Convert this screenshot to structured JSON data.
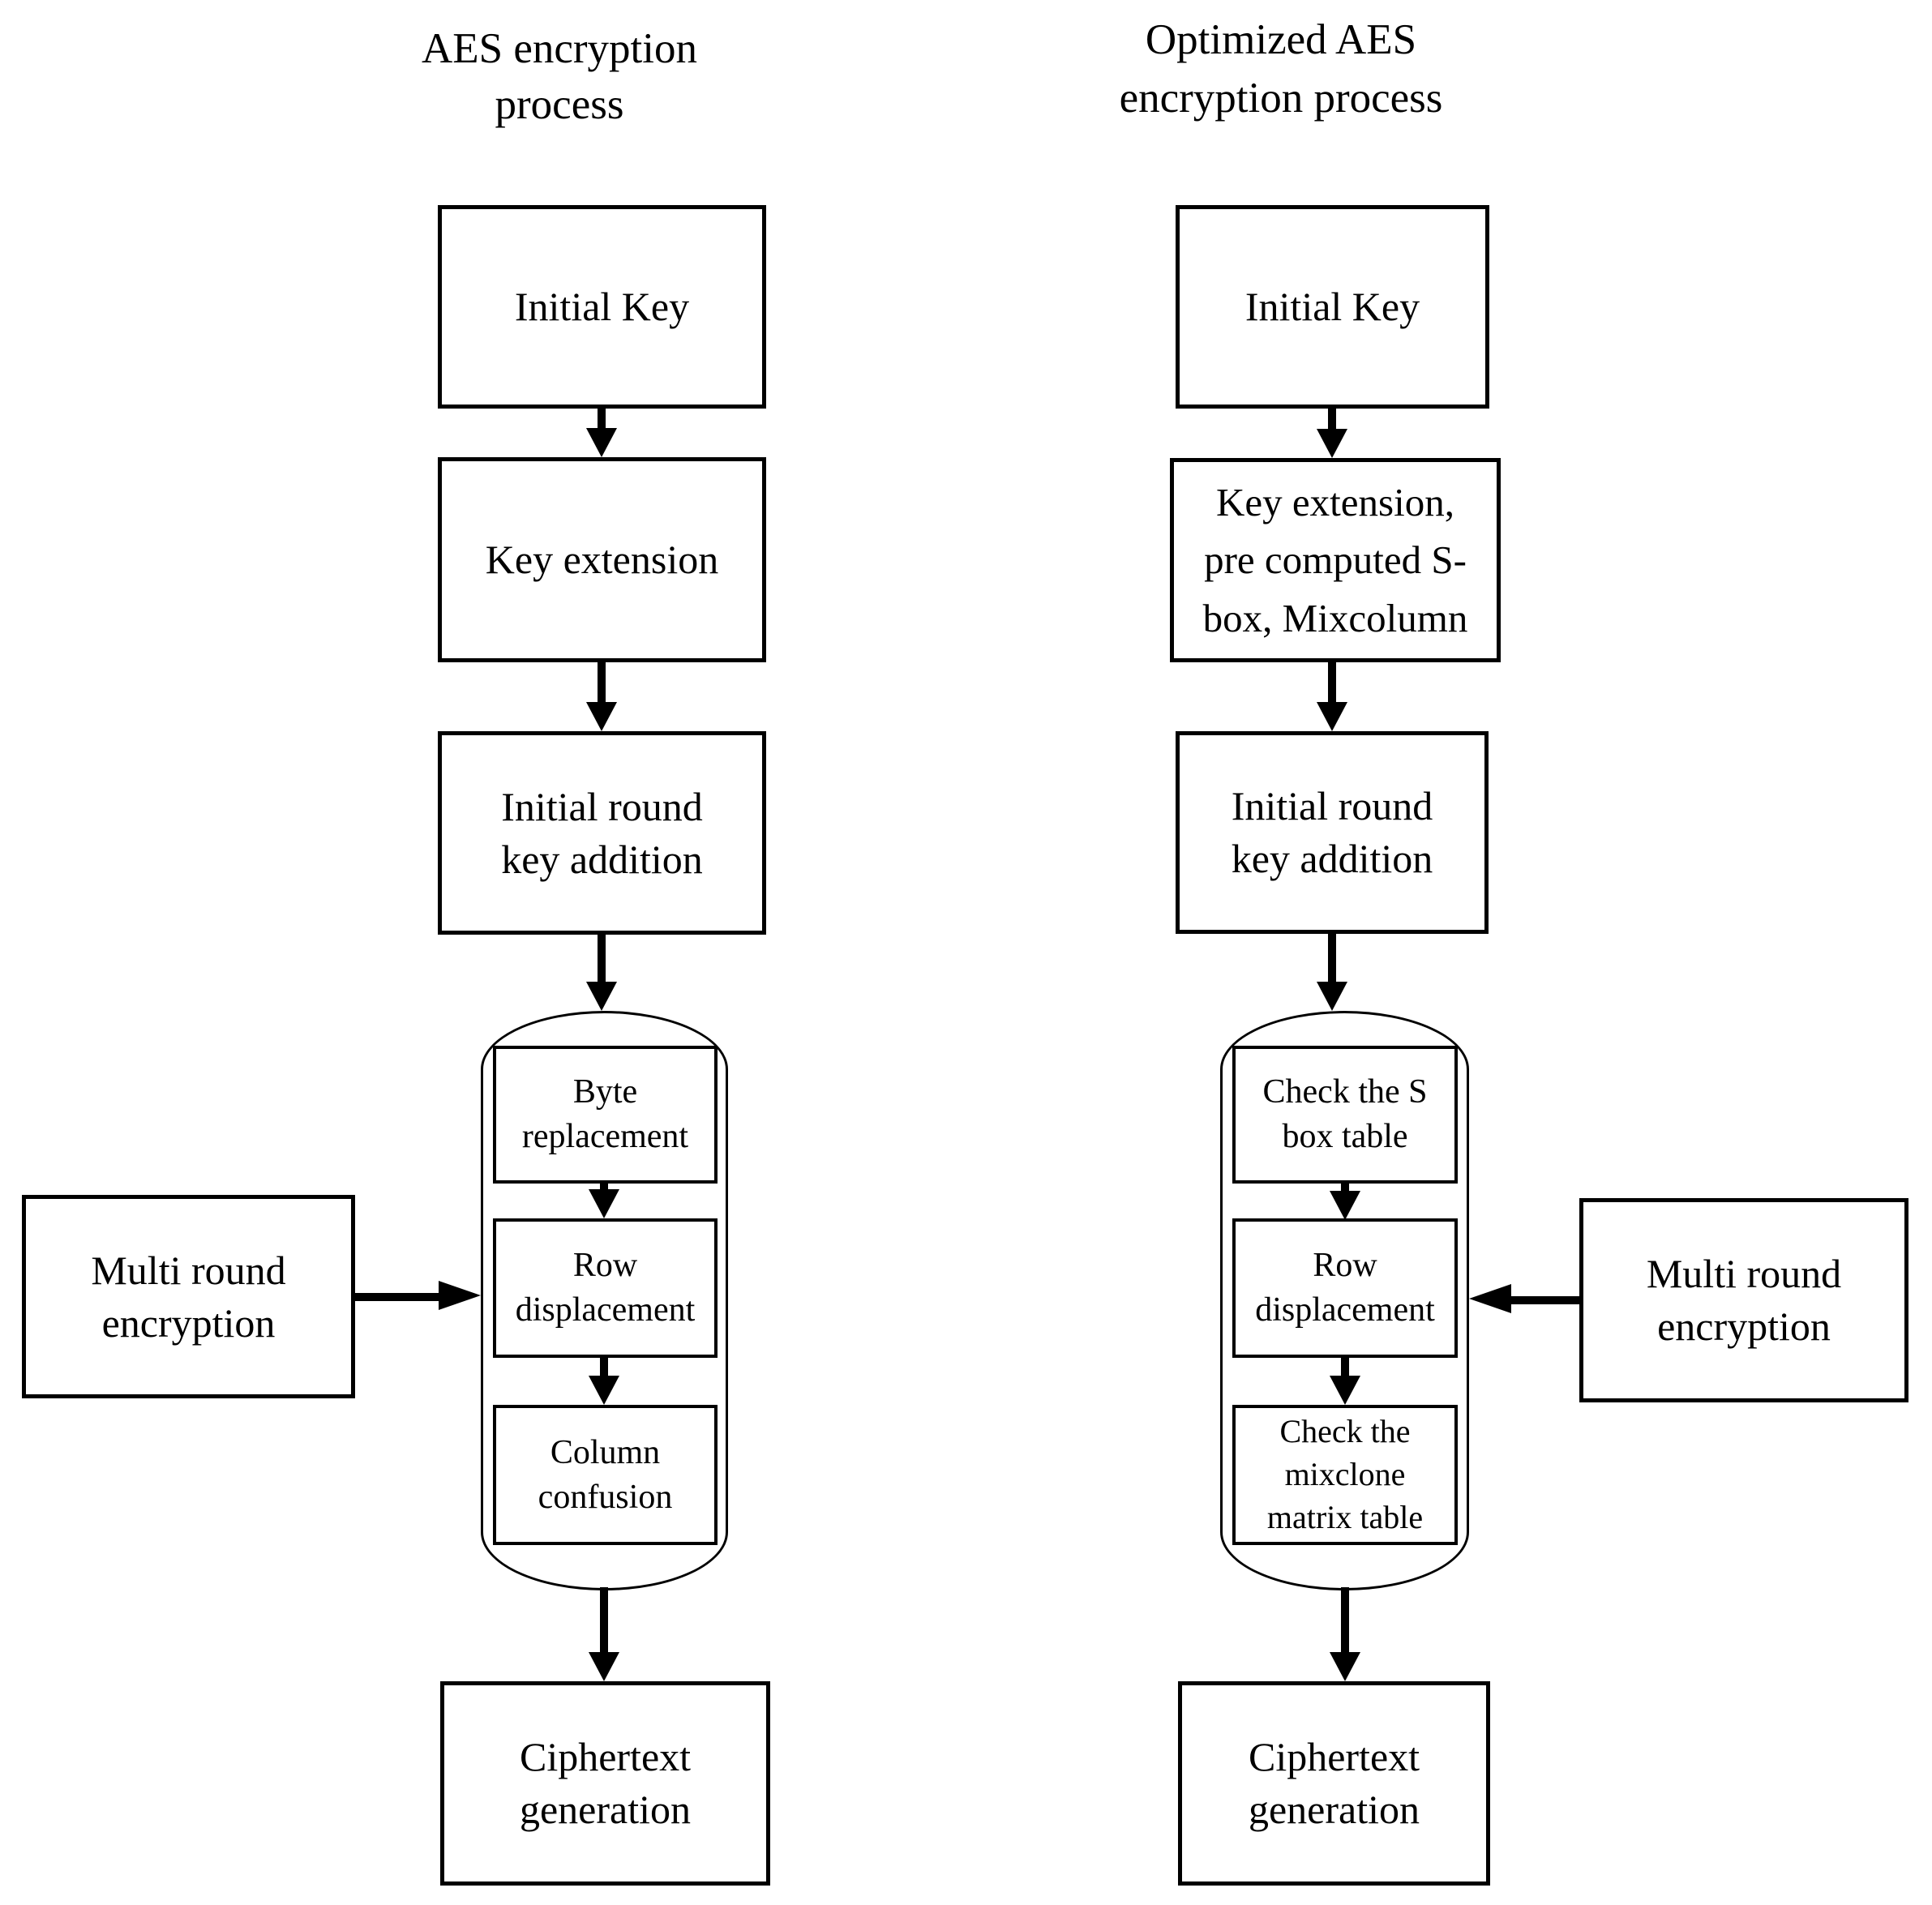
{
  "colors": {
    "ink": "#000000",
    "paper": "#ffffff"
  },
  "left": {
    "title": "AES encryption\nprocess",
    "initial_key": "Initial Key",
    "key_extension": "Key extension",
    "initial_round_key_addition": "Initial round\nkey addition",
    "round_steps": [
      "Byte\nreplacement",
      "Row\ndisplacement",
      "Column\nconfusion"
    ],
    "multi_round": "Multi round\nencryption",
    "ciphertext": "Ciphertext\ngeneration"
  },
  "right": {
    "title": "Optimized AES\nencryption process",
    "initial_key": "Initial Key",
    "key_extension": "Key extension,\npre computed S-\nbox, Mixcolumn",
    "initial_round_key_addition": "Initial round\nkey addition",
    "round_steps": [
      "Check the S\nbox table",
      "Row\ndisplacement",
      "Check the\nmixclone\nmatrix table"
    ],
    "multi_round": "Multi round\nencryption",
    "ciphertext": "Ciphertext\ngeneration"
  }
}
